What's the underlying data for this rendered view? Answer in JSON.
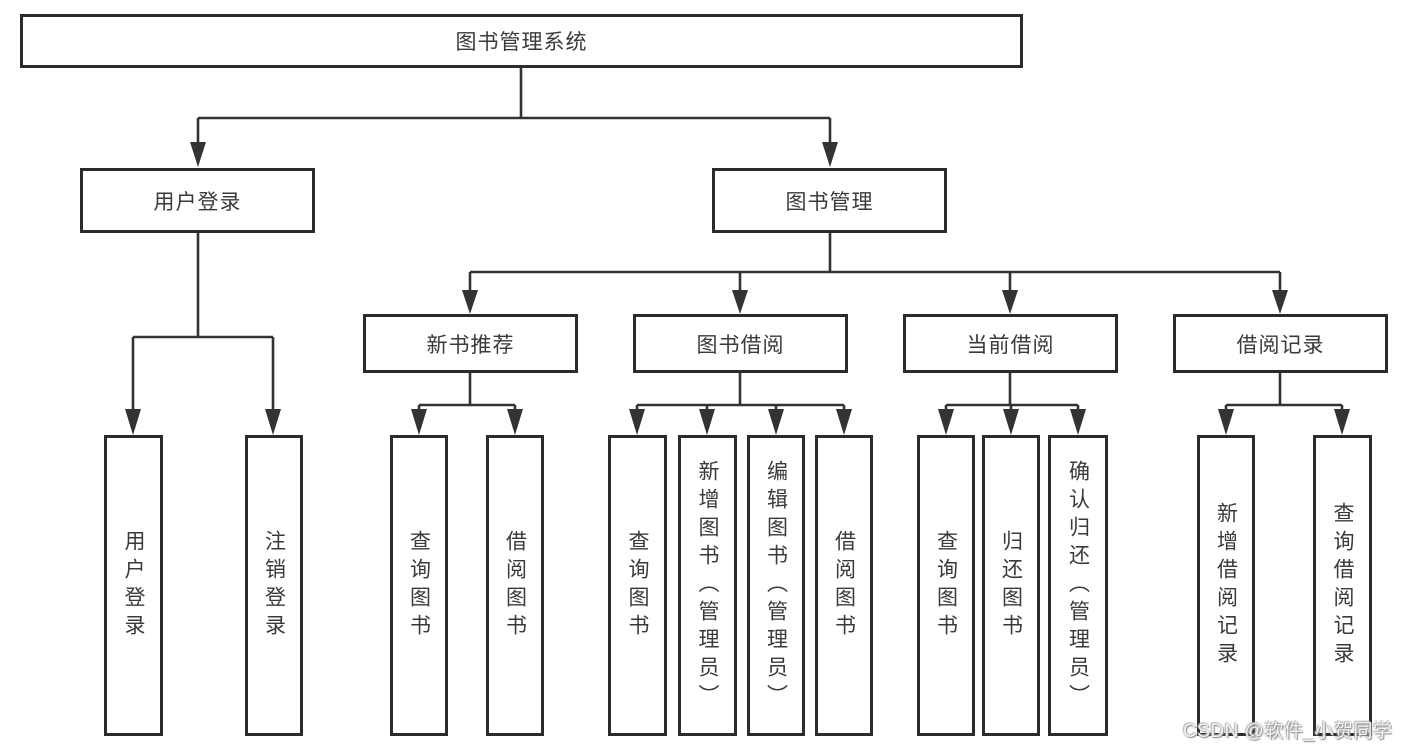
{
  "diagram": {
    "root": "图书管理系统",
    "user_login": {
      "label": "用户登录",
      "children": [
        "用户登录",
        "注销登录"
      ]
    },
    "book_mgmt": {
      "label": "图书管理",
      "sections": [
        {
          "label": "新书推荐",
          "children": [
            "查询图书",
            "借阅图书"
          ]
        },
        {
          "label": "图书借阅",
          "children": [
            "查询图书",
            "新增图书（管理员）",
            "编辑图书（管理员）",
            "借阅图书"
          ]
        },
        {
          "label": "当前借阅",
          "children": [
            "查询图书",
            "归还图书",
            "确认归还（管理员）"
          ]
        },
        {
          "label": "借阅记录",
          "children": [
            "新增借阅记录",
            "查询借阅记录"
          ]
        }
      ]
    }
  },
  "watermark": "CSDN @软件_小贺同学",
  "colors": {
    "line": "#333333",
    "box_border": "#2b2b2b",
    "text": "#3a3a3a",
    "background": "#ffffff",
    "watermark": "#f2f2f2"
  }
}
